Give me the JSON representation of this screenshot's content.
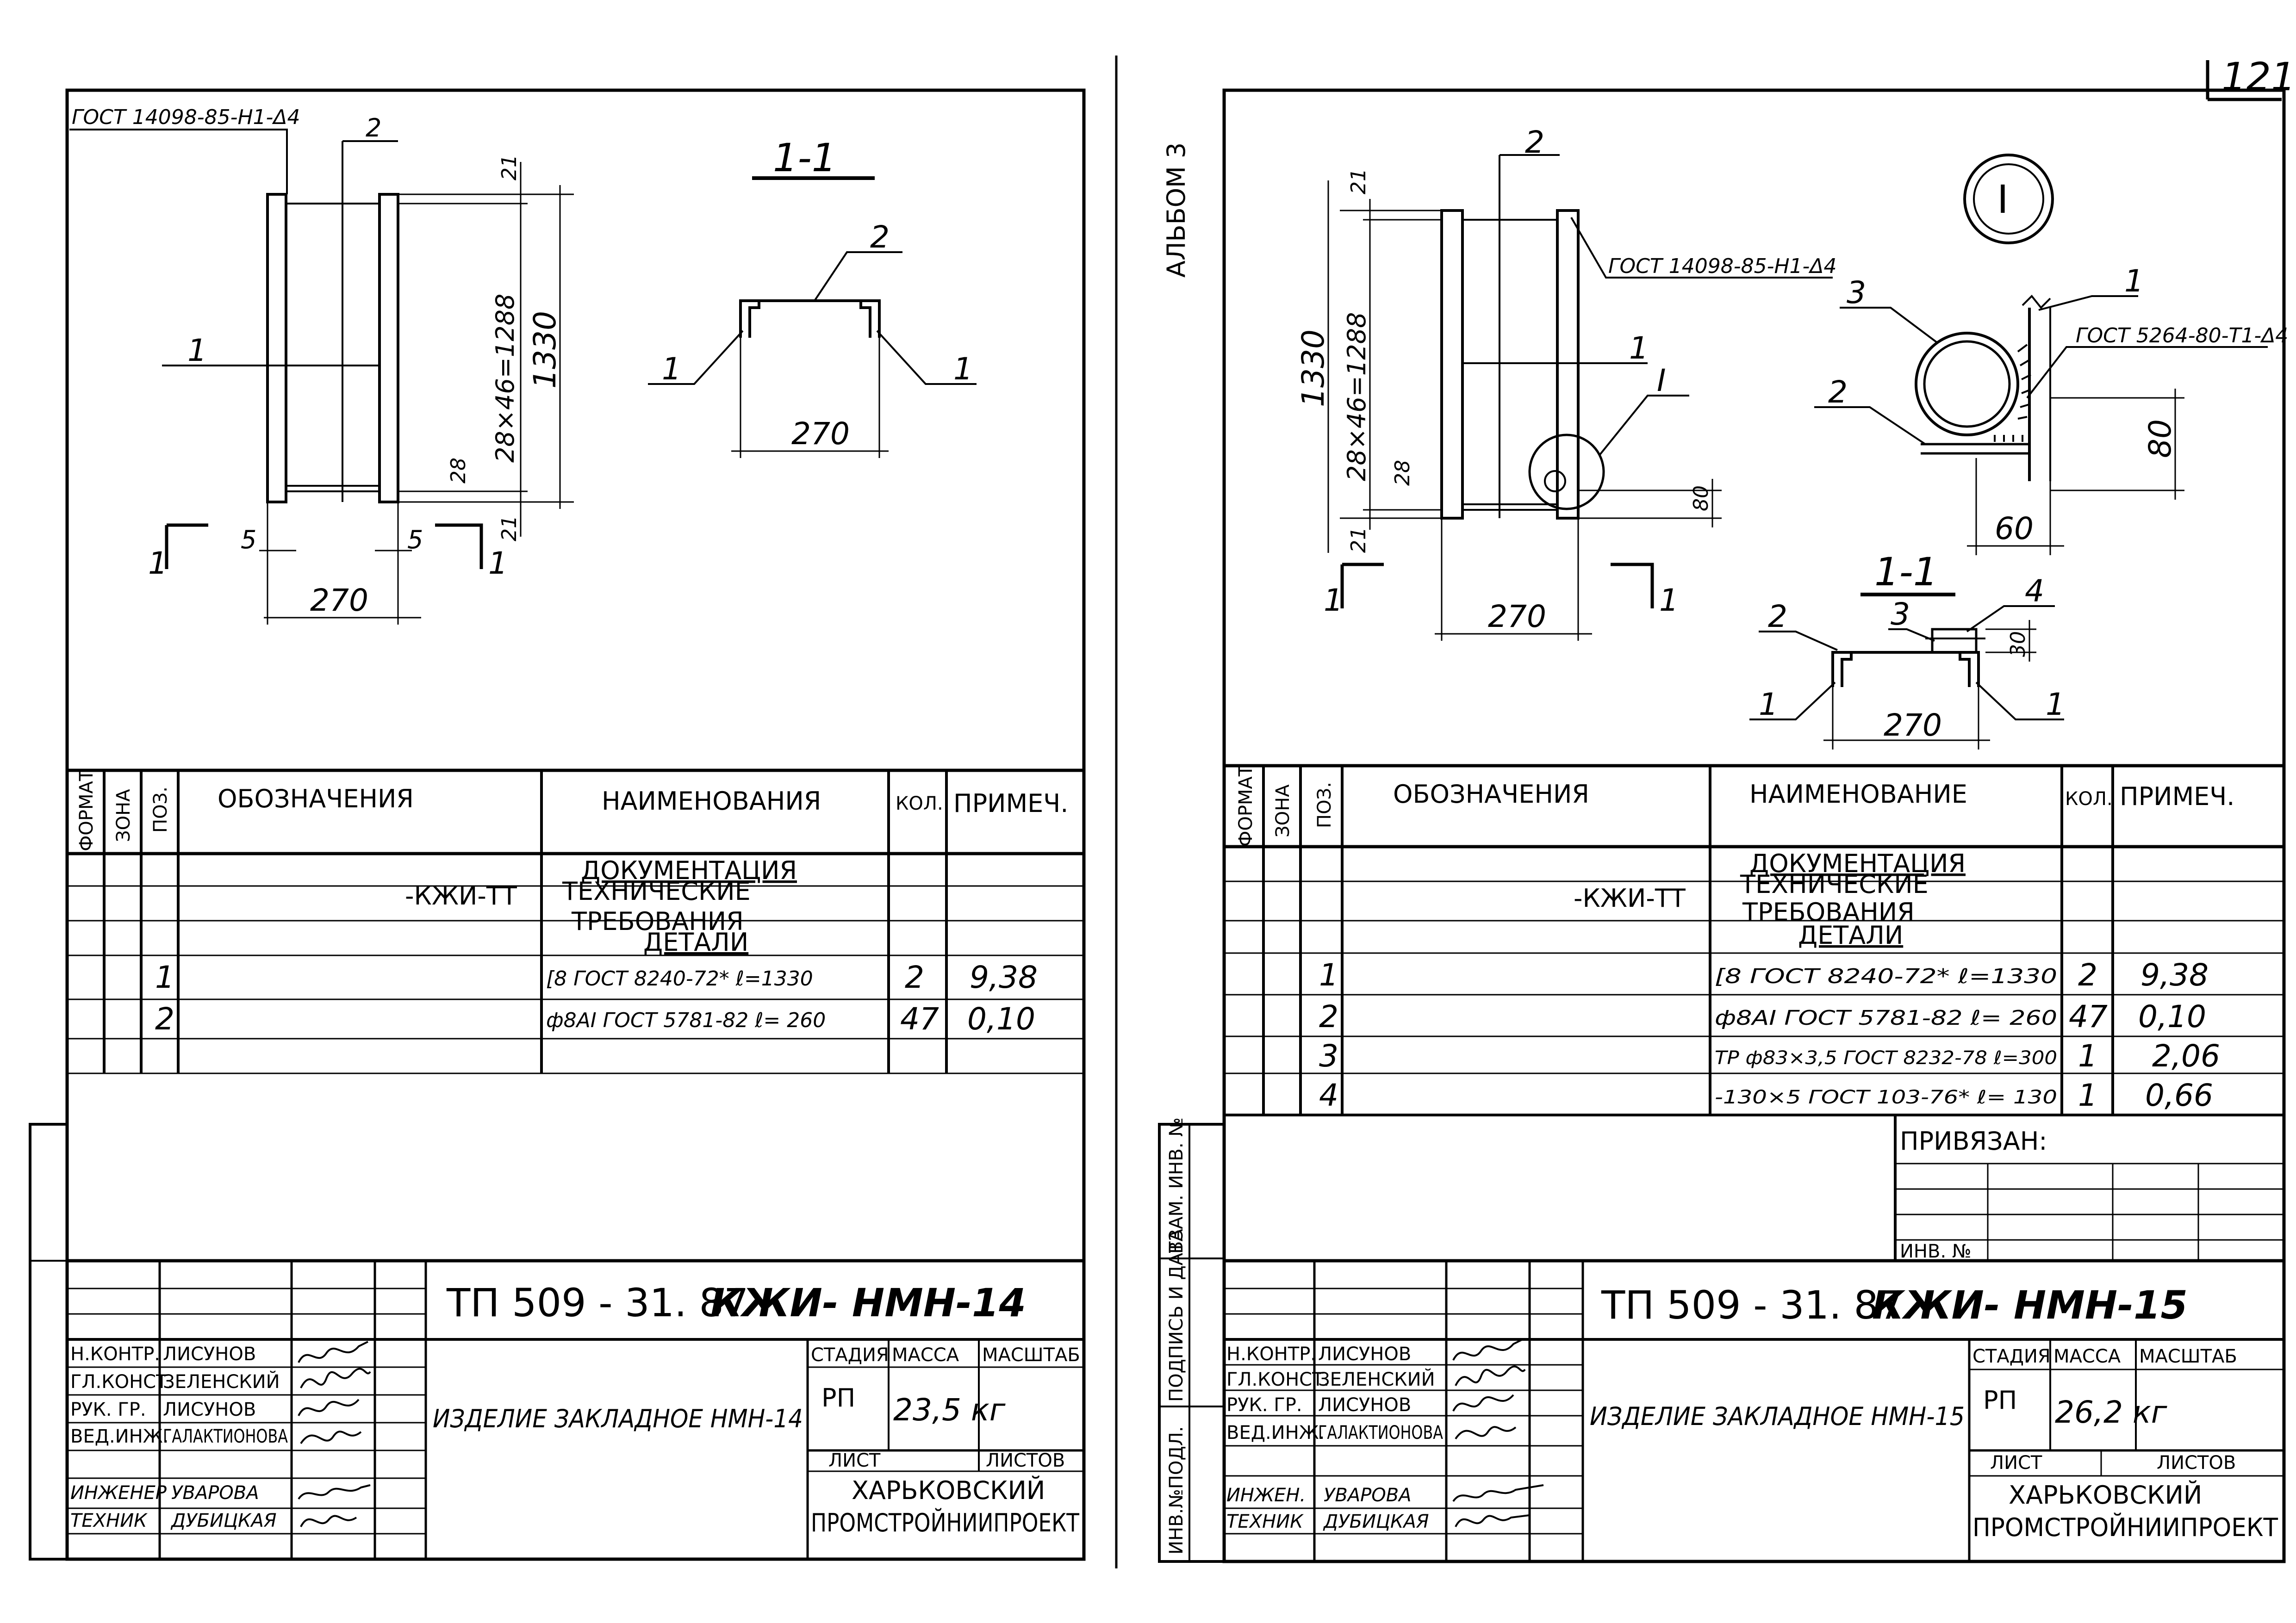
{
  "page_number": "121",
  "album": "АЛЬБОМ 3",
  "left": {
    "drawing": {
      "gost_weld": "ГОСТ 14098-85-Н1-Δ4",
      "pos1": "1",
      "pos2": "2",
      "dim_top": "21",
      "dim_bottom": "21",
      "dim_pitch": "28×46=1288",
      "dim_height": "1330",
      "dim_28": "28",
      "dim_5a": "5",
      "dim_5b": "5",
      "dim_width": "270",
      "cut_left": "1",
      "cut_right": "1",
      "section_title": "1-1",
      "section_pos2": "2",
      "section_pos1a": "1",
      "section_pos1b": "1",
      "section_width": "270"
    },
    "spec": {
      "headers": {
        "format": "ФОРМАТ",
        "zone": "ЗОНА",
        "pos": "ПОЗ.",
        "designation": "ОБОЗНАЧЕНИЯ",
        "name": "НАИМЕНОВАНИЯ",
        "qty": "КОЛ.",
        "note": "ПРИМЕЧ."
      },
      "doc_heading": "ДОКУМЕНТАЦИЯ",
      "doc_code": "-КЖИ-ТТ",
      "doc_name_1": "ТЕХНИЧЕСКИЕ",
      "doc_name_2": "ТРЕБОВАНИЯ",
      "parts_heading": "ДЕТАЛИ",
      "rows": [
        {
          "pos": "1",
          "name": "[8 ГОСТ 8240-72* ℓ=1330",
          "qty": "2",
          "note": "9,38"
        },
        {
          "pos": "2",
          "name": "ф8АI ГОСТ 5781-82  ℓ= 260",
          "qty": "47",
          "note": "0,10"
        }
      ]
    },
    "title_block": {
      "code": "ТП 509 - 31. 87",
      "mark": "КЖИ- НМН-14",
      "item_name": "ИЗДЕЛИЕ ЗАКЛАДНОЕ НМН-14",
      "stage_label": "СТАДИЯ",
      "mass_label": "МАССА",
      "scale_label": "МАСШТАБ",
      "stage": "РП",
      "mass": "23,5 кг",
      "sheet_label": "ЛИСТ",
      "sheets_label": "ЛИСТОВ",
      "org_1": "ХАРЬКОВСКИЙ",
      "org_2": "ПРОМСТРОЙНИИПРОЕКТ",
      "staff": [
        {
          "role": "Н.КОНТР.",
          "name": "ЛИСУНОВ"
        },
        {
          "role": "ГЛ.КОНСТ.",
          "name": "ЗЕЛЕНСКИЙ"
        },
        {
          "role": "РУК. ГР.",
          "name": "ЛИСУНОВ"
        },
        {
          "role": "ВЕД.ИНЖ.",
          "name": "ГАЛАКТИОНОВА"
        },
        {
          "role": "ИНЖЕНЕР",
          "name": "УВАРОВА"
        },
        {
          "role": "ТЕХНИК",
          "name": "ДУБИЦКАЯ"
        }
      ]
    }
  },
  "right": {
    "drawing": {
      "pos2": "2",
      "pos1": "1",
      "gost_weld": "ГОСТ 14098-85-Н1-Δ4",
      "dim_top": "21",
      "dim_bottom": "21",
      "dim_height": "1330",
      "dim_pitch": "28×46=1288",
      "dim_28": "28",
      "dim_80": "80",
      "dim_width": "270",
      "node_mark": "I",
      "cut_left": "1",
      "cut_right": "1",
      "node_title": "I",
      "node_pos3": "3",
      "node_pos1": "1",
      "node_pos2": "2",
      "node_gost": "ГОСТ 5264-80-Т1-Δ4",
      "node_dim_80": "80",
      "node_dim_60": "60",
      "section_title": "1-1",
      "section_pos2": "2",
      "section_pos3": "3",
      "section_pos4": "4",
      "section_dim_30": "30",
      "section_pos1a": "1",
      "section_pos1b": "1",
      "section_width": "270"
    },
    "spec": {
      "headers": {
        "format": "ФОРМАТ",
        "zone": "ЗОНА",
        "pos": "ПОЗ.",
        "designation": "ОБОЗНАЧЕНИЯ",
        "name": "НАИМЕНОВАНИЕ",
        "qty": "КОЛ.",
        "note": "ПРИМЕЧ."
      },
      "doc_heading": "ДОКУМЕНТАЦИЯ",
      "doc_code": "-КЖИ-ТТ",
      "doc_name_1": "ТЕХНИЧЕСКИЕ",
      "doc_name_2": "ТРЕБОВАНИЯ",
      "parts_heading": "ДЕТАЛИ",
      "rows": [
        {
          "pos": "1",
          "name": "[8 ГОСТ 8240-72* ℓ=1330",
          "qty": "2",
          "note": "9,38"
        },
        {
          "pos": "2",
          "name": "ф8АI ГОСТ 5781-82  ℓ= 260",
          "qty": "47",
          "note": "0,10"
        },
        {
          "pos": "3",
          "name": "ТР ф83×3,5 ГОСТ 8232-78 ℓ=300",
          "qty": "1",
          "note": "2,06"
        },
        {
          "pos": "4",
          "name": "-130×5 ГОСТ 103-76* ℓ= 130",
          "qty": "1",
          "note": "0,66"
        }
      ]
    },
    "side_labels": {
      "inv_orig": "ИНВ.№ПОДЛ.",
      "sign_date": "ПОДПИСЬ И ДАТА",
      "instead_inv": "ВЗАМ. ИНВ. №"
    },
    "binding": {
      "title": "ПРИВЯЗАН:",
      "inv": "ИНВ. №"
    },
    "title_block": {
      "code": "ТП 509 - 31. 87",
      "mark": "КЖИ- НМН-15",
      "item_name": "ИЗДЕЛИЕ ЗАКЛАДНОЕ НМН-15",
      "stage_label": "СТАДИЯ",
      "mass_label": "МАССА",
      "scale_label": "МАСШТАБ",
      "stage": "РП",
      "mass": "26,2 кг",
      "sheet_label": "ЛИСТ",
      "sheets_label": "ЛИСТОВ",
      "org_1": "ХАРЬКОВСКИЙ",
      "org_2": "ПРОМСТРОЙНИИПРОЕКТ",
      "staff": [
        {
          "role": "Н.КОНТР.",
          "name": "ЛИСУНОВ"
        },
        {
          "role": "ГЛ.КОНСТ.",
          "name": "ЗЕЛЕНСКИЙ"
        },
        {
          "role": "РУК. ГР.",
          "name": "ЛИСУНОВ"
        },
        {
          "role": "ВЕД.ИНЖ.",
          "name": "ГАЛАКТИОНОВА"
        },
        {
          "role": "ИНЖЕН.",
          "name": "УВАРОВА"
        },
        {
          "role": "ТЕХНИК",
          "name": "ДУБИЦКАЯ"
        }
      ]
    }
  }
}
